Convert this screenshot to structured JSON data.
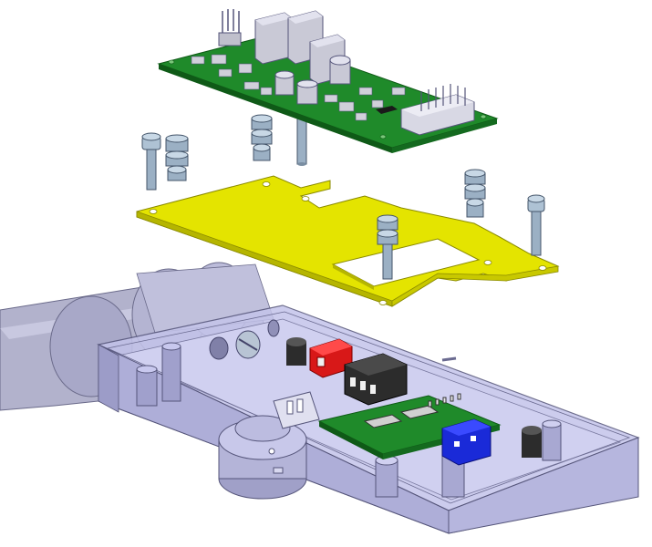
{
  "scene": {
    "colors": {
      "background": "#ffffff",
      "pcb_green": "#1f8a2a",
      "pcb_dark": "#0f5a17",
      "plate_yellow": "#e4e400",
      "plate_edge": "#b5b500",
      "enclosure_fill": "#b9b9e4",
      "enclosure_stroke": "#55557a",
      "screw_steel": "#9bb0c4",
      "component_grey": "#c9c9d6",
      "relay_red": "#d81818",
      "relay_black": "#2c2c2c",
      "terminal_blue": "#1a2ad8",
      "cable_grey": "#b2b2cc"
    },
    "parts": [
      "top-pcb",
      "standoff-screws",
      "nuts",
      "mounting-plate",
      "enclosure",
      "cable",
      "red-connector",
      "black-relay",
      "inner-pcb",
      "blue-terminal",
      "rotary-knob"
    ]
  }
}
